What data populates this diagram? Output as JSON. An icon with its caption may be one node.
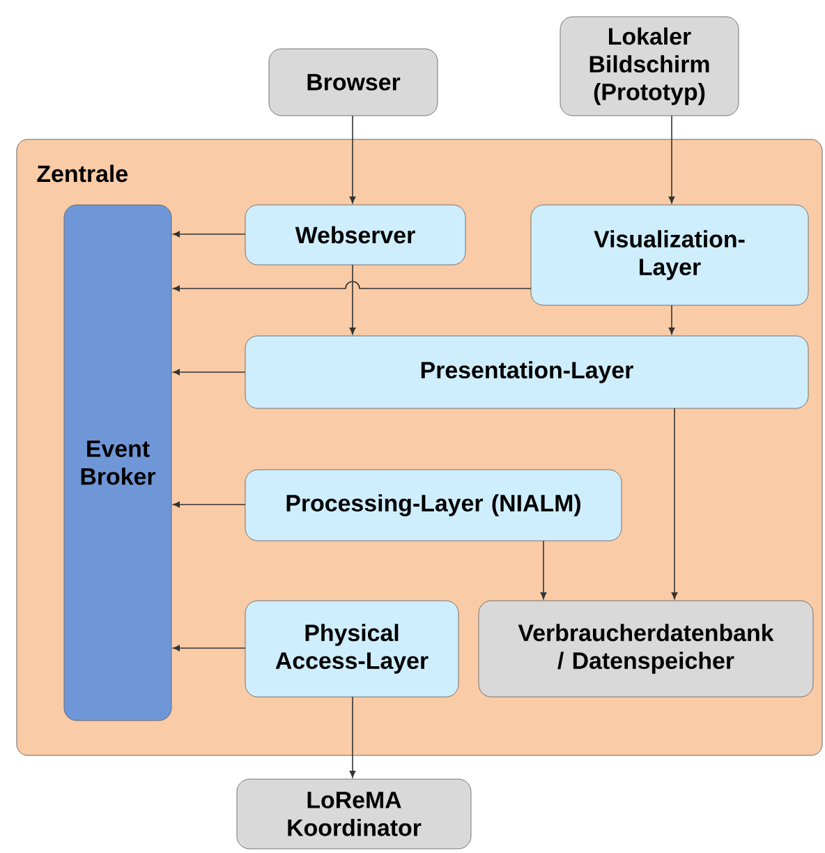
{
  "diagram": {
    "nodes": [
      {
        "text": [
          "Browser"
        ]
      },
      {
        "text": [
          "Lokaler Bildschirm (Prototyp)"
        ]
      },
      {
        "text": [
          "Zentrale"
        ]
      },
      {
        "text": [
          "Event Broker"
        ],
        "in": 2
      },
      {
        "text": [
          "Webserver"
        ],
        "in": 2
      },
      {
        "text": [
          "Visualization-Layer"
        ],
        "in": 2
      },
      {
        "text": [
          "Presentation-Layer"
        ],
        "in": 2
      },
      {
        "text": [
          "Processing-Layer (NIALM)"
        ],
        "in": 2
      },
      {
        "text": [
          "Physical Access-Layer"
        ],
        "in": 2
      },
      {
        "text": [
          "Verbraucherdatenbank / Datenspeicher"
        ],
        "in": 2
      },
      {
        "text": [
          "LoReMA Koordinator"
        ]
      }
    ],
    "edges": [
      {
        "from": 0,
        "to": 4,
        "arrow": "to"
      },
      {
        "from": 1,
        "to": 5,
        "arrow": "to"
      },
      {
        "from": 4,
        "to": 3,
        "arrow": "to"
      },
      {
        "from": 5,
        "to": 3,
        "arrow": "to"
      },
      {
        "from": 4,
        "to": 6,
        "arrow": "to"
      },
      {
        "from": 5,
        "to": 6,
        "arrow": "to"
      },
      {
        "from": 6,
        "to": 3,
        "arrow": "to"
      },
      {
        "from": 7,
        "to": 3,
        "arrow": "to"
      },
      {
        "from": 8,
        "to": 3,
        "arrow": "to"
      },
      {
        "from": 6,
        "to": 9,
        "arrow": "to"
      },
      {
        "from": 7,
        "to": 9,
        "arrow": "to"
      },
      {
        "from": 8,
        "to": 10,
        "arrow": "to"
      }
    ]
  }
}
